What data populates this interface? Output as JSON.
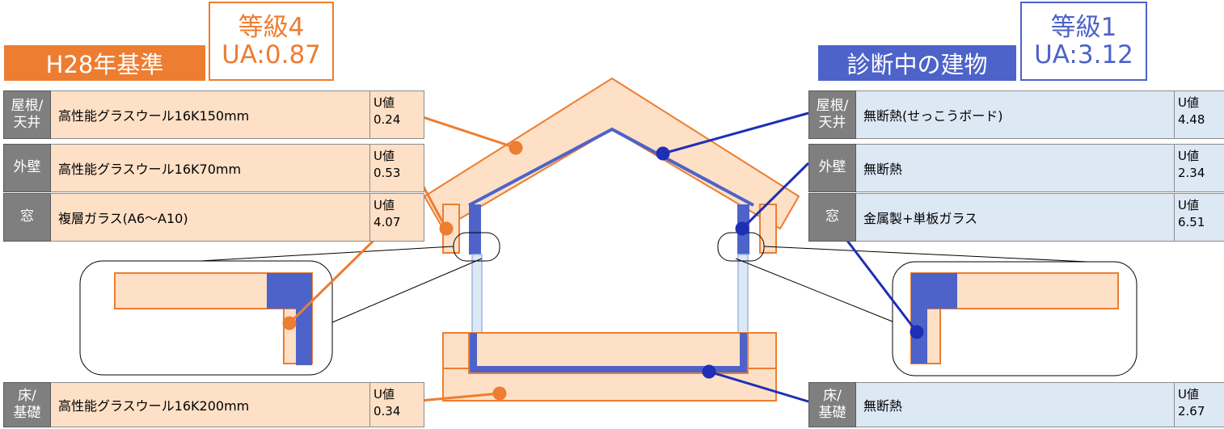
{
  "colors": {
    "standard": "#ed7d31",
    "building": "#4d63c9",
    "standard_fill": "#fde0c6",
    "building_fill": "#dde8f5",
    "category_bg": "#7f7f7f",
    "leader_blue": "#1f2fb5"
  },
  "standard": {
    "tag": "H28年基準",
    "grade": "等級4",
    "ua": "UA:0.87",
    "rows": [
      {
        "category": "屋根/\n天井",
        "material": "高性能グラスウール16K150mm",
        "u_label": "U値",
        "u_value": "0.24"
      },
      {
        "category": "外壁",
        "material": "高性能グラスウール16K70mm",
        "u_label": "U値",
        "u_value": "0.53"
      },
      {
        "category": "窓",
        "material": "複層ガラス(A6～A10)",
        "u_label": "U値",
        "u_value": "4.07"
      },
      {
        "category": "床/\n基礎",
        "material": "高性能グラスウール16K200mm",
        "u_label": "U値",
        "u_value": "0.34"
      }
    ]
  },
  "building": {
    "tag": "診断中の建物",
    "grade": "等級1",
    "ua": "UA:3.12",
    "rows": [
      {
        "category": "屋根/\n天井",
        "material": "無断熱(せっこうボード)",
        "u_label": "U値",
        "u_value": "4.48"
      },
      {
        "category": "外壁",
        "material": "無断熱",
        "u_label": "U値",
        "u_value": "2.34"
      },
      {
        "category": "窓",
        "material": "金属製+単板ガラス",
        "u_label": "U値",
        "u_value": "6.51"
      },
      {
        "category": "床/\n基礎",
        "material": "無断熱",
        "u_label": "U値",
        "u_value": "2.67"
      }
    ]
  }
}
